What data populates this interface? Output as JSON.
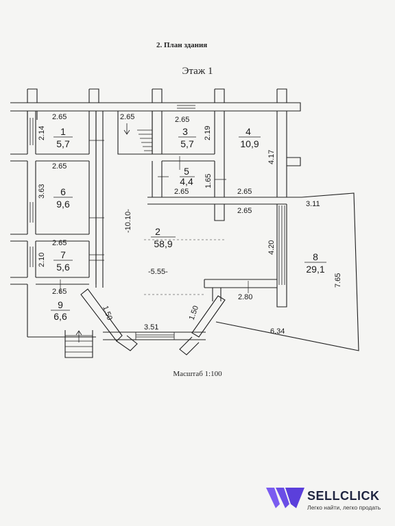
{
  "document": {
    "heading": "2.   План здания",
    "floor_title": "Этаж 1",
    "scale": "Масштаб 1:100"
  },
  "rooms": [
    {
      "id": "r1",
      "number": "1",
      "area": "5,7"
    },
    {
      "id": "r2",
      "number": "2",
      "area": "58,9"
    },
    {
      "id": "r3",
      "number": "3",
      "area": "5,7"
    },
    {
      "id": "r4",
      "number": "4",
      "area": "10,9"
    },
    {
      "id": "r5",
      "number": "5",
      "area": "4,4"
    },
    {
      "id": "r6",
      "number": "6",
      "area": "9,6"
    },
    {
      "id": "r7",
      "number": "7",
      "area": "5,6"
    },
    {
      "id": "r8",
      "number": "8",
      "area": "29,1"
    },
    {
      "id": "r9",
      "number": "9",
      "area": "6,6"
    }
  ],
  "dimensions": [
    "2.65",
    "2.14",
    "2.65",
    "2.19",
    "4.17",
    "2.65",
    "3.63",
    "1.65",
    "2.65",
    "2.65",
    "3.11",
    "2.65",
    "4.20",
    "2.10",
    "-10.10-",
    "-5.55-",
    "7.65",
    "2.65",
    "2.80",
    "1.50",
    "1.50",
    "3.51",
    "6.34",
    "2.65",
    "2.65"
  ],
  "logo": {
    "name": "SELLCLICK",
    "tagline": "Легко найти, легко продать",
    "color": "#5b4bd6"
  }
}
